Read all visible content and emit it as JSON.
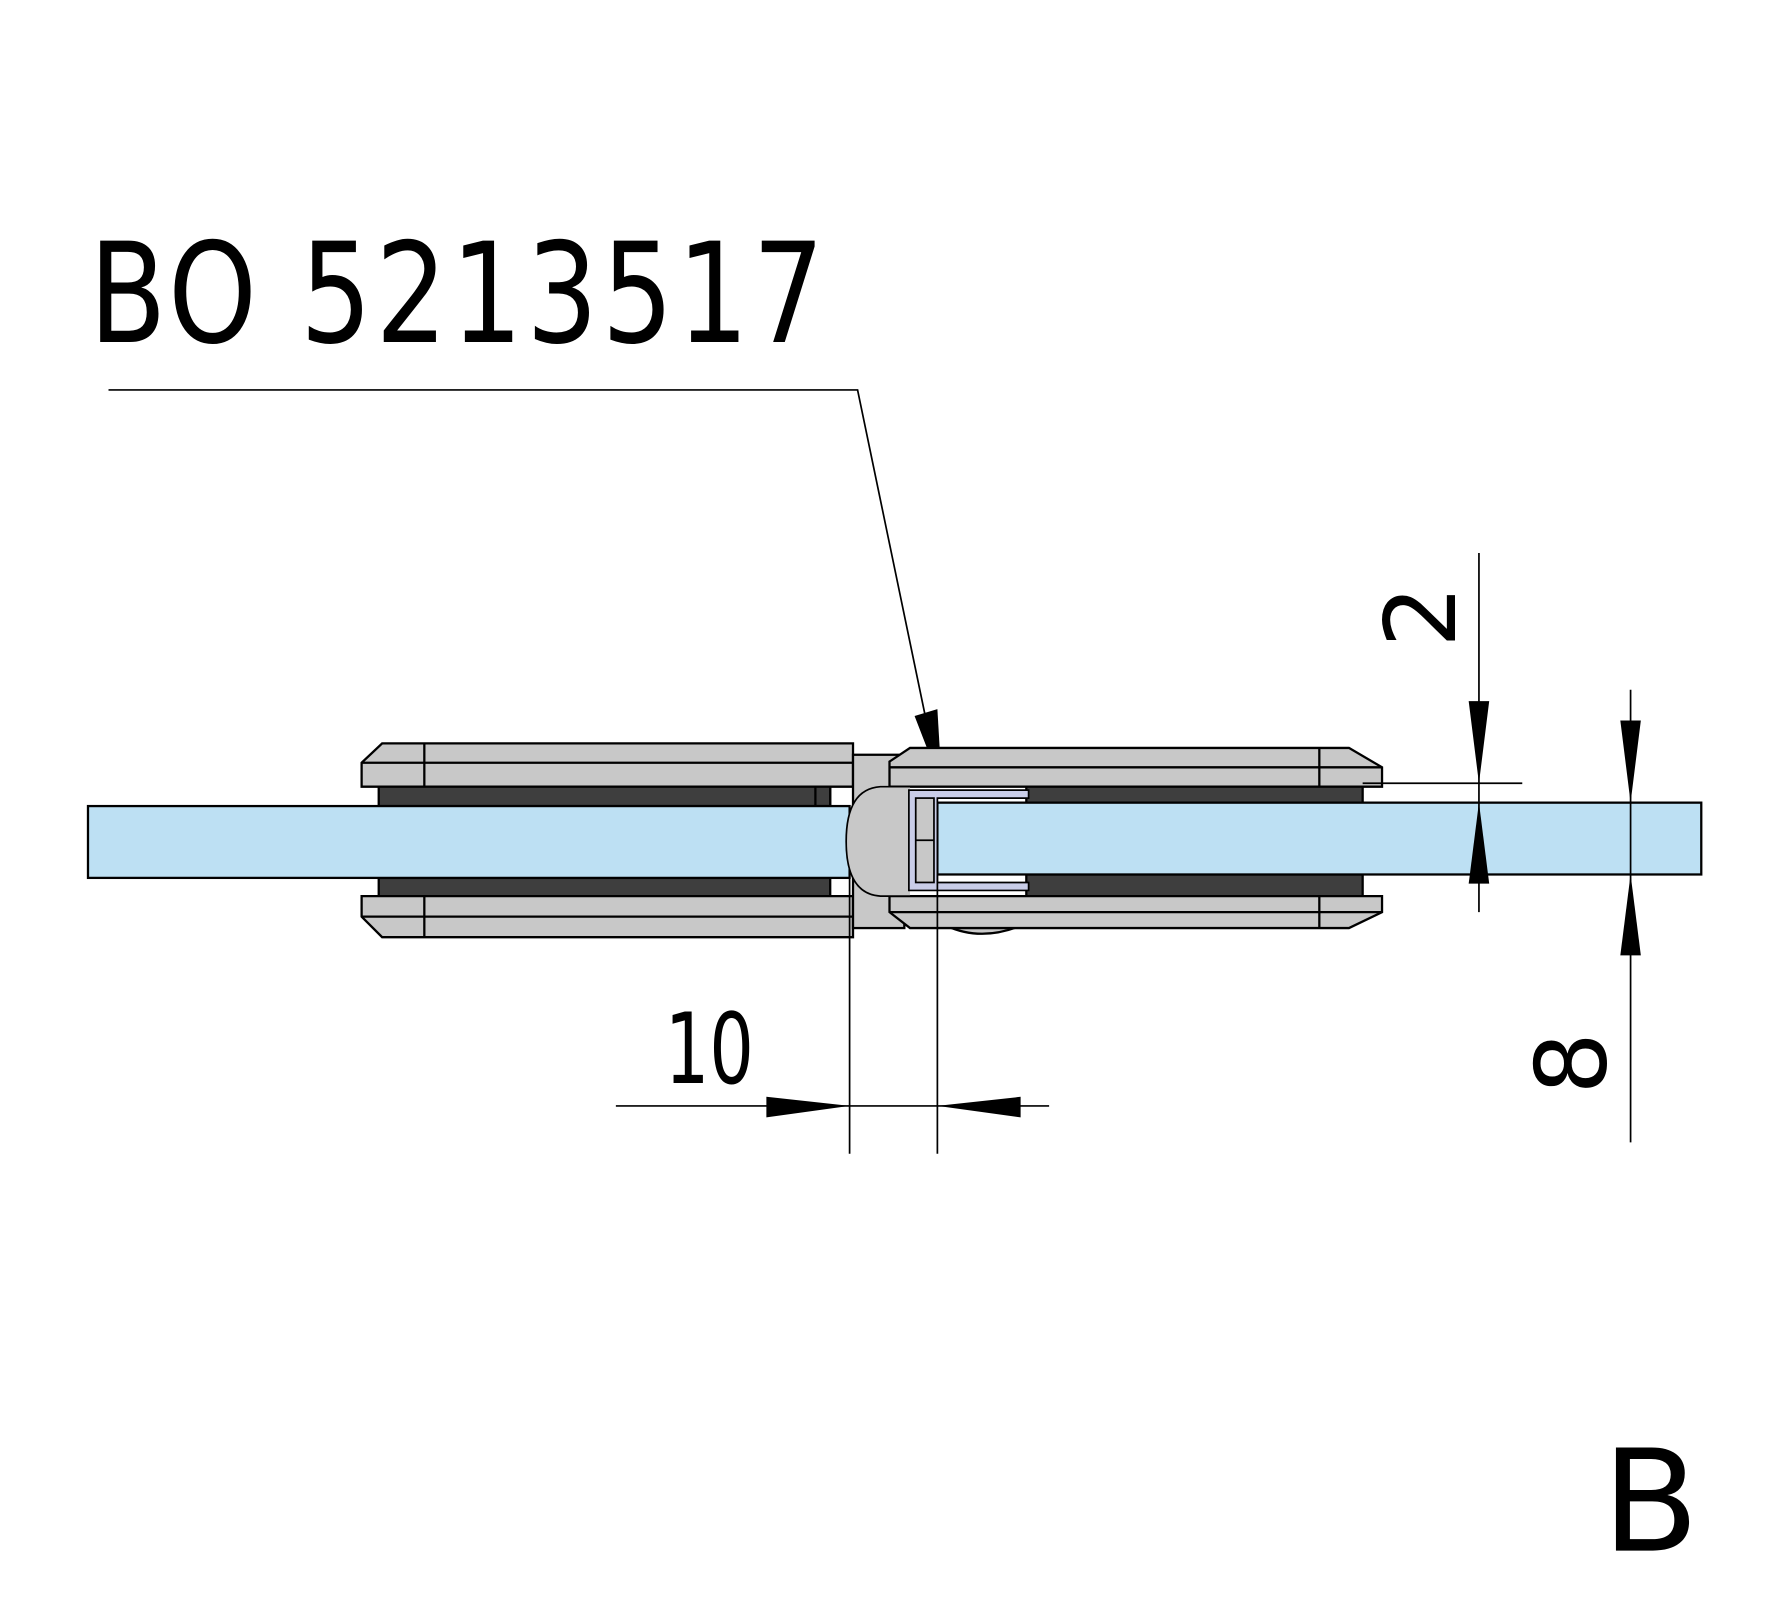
{
  "drawing": {
    "part_label": "BO 5213517",
    "view_label": "B",
    "dimensions": {
      "gap": "10",
      "offset": "2",
      "glass_thickness": "8"
    },
    "colors": {
      "glass": "#bde0f3",
      "metal": "#c8c8c8",
      "gasket": "#3e3e3e",
      "seal": "#c9cde8",
      "line": "#000000"
    }
  }
}
